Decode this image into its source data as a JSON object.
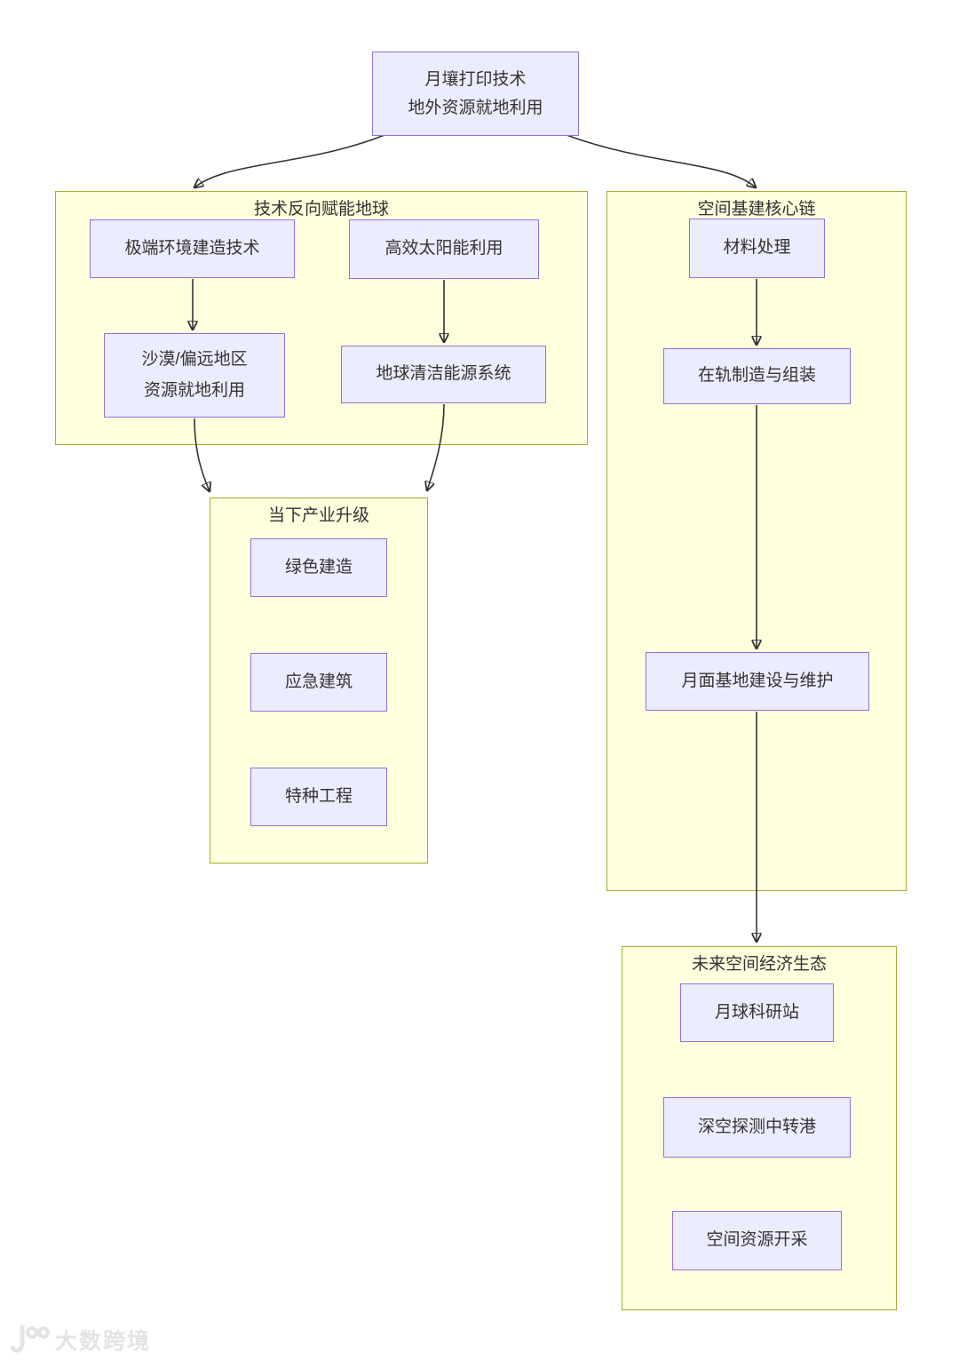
{
  "root_node": {
    "line1": "月壤打印技术",
    "line2": "地外资源就地利用"
  },
  "clusters": {
    "tech_back_to_earth": {
      "title": "技术反向赋能地球",
      "nodes": {
        "extreme_env": "极端环境建造技术",
        "solar": "高效太阳能利用",
        "desert_line1": "沙漠/偏远地区",
        "desert_line2": "资源就地利用",
        "clean_energy": "地球清洁能源系统"
      }
    },
    "industry_upgrade": {
      "title": "当下产业升级",
      "nodes": {
        "green": "绿色建造",
        "emergency": "应急建筑",
        "special": "特种工程"
      }
    },
    "space_infra": {
      "title": "空间基建核心链",
      "nodes": {
        "material": "材料处理",
        "orbit": "在轨制造与组装",
        "moon_base": "月面基地建设与维护"
      }
    },
    "future_economy": {
      "title": "未来空间经济生态",
      "nodes": {
        "research_station": "月球科研站",
        "deep_space_port": "深空探测中转港",
        "resource_mining": "空间资源开采"
      }
    }
  },
  "watermark": {
    "brand": "大数跨境"
  },
  "colors": {
    "node_fill": "#ECECFF",
    "node_border": "#9370DB",
    "cluster_fill": "#FFFFDE",
    "cluster_border": "#AAAA33",
    "edge": "#333333",
    "text": "#333333",
    "watermark": "#E4E4E4"
  }
}
